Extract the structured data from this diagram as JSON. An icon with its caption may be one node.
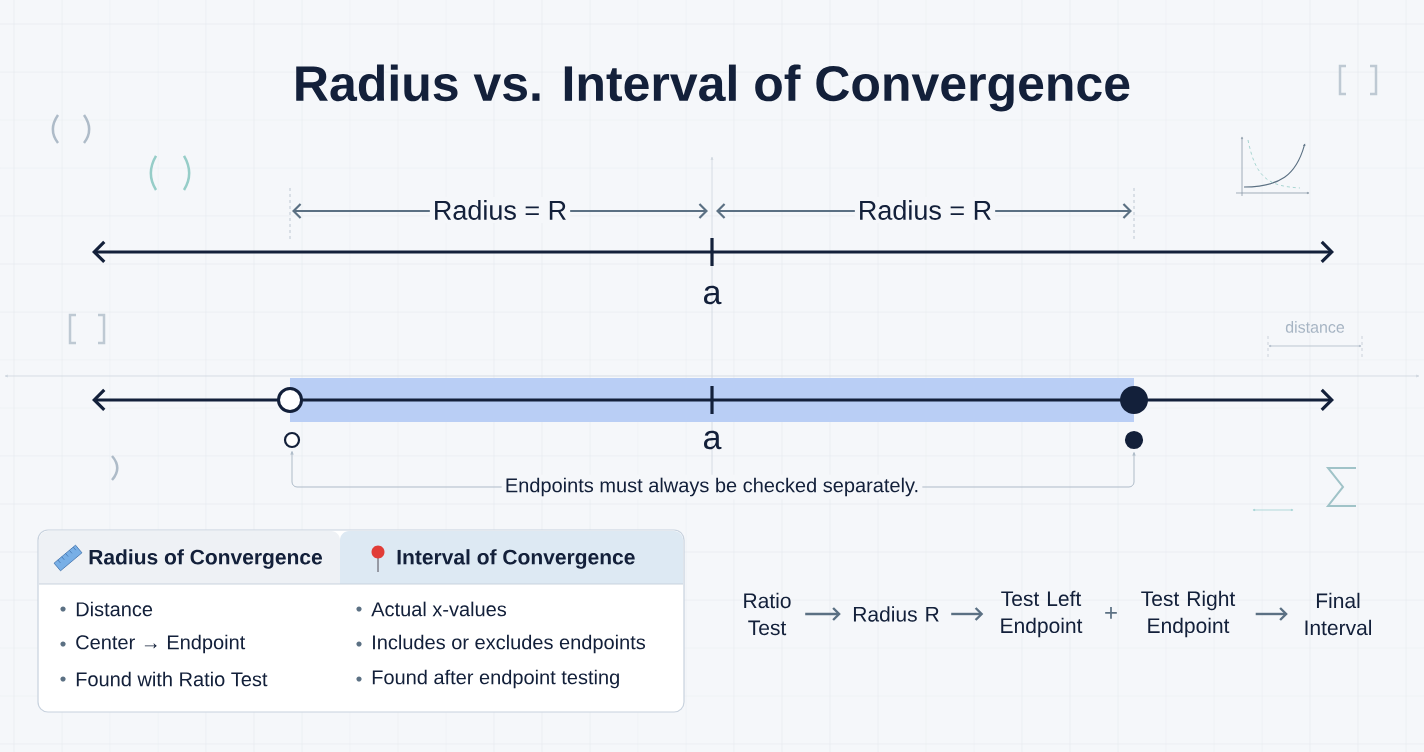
{
  "diagram": {
    "title": "Radius vs. Interval of Convergence",
    "nodes": [
      {
        "text": [],
        "shape": "circle"
      },
      {
        "text": [],
        "shape": "circle"
      },
      {
        "text": [
          "Endpoints must always be checked separately."
        ]
      },
      {
        "text": [
          "Radius of Convergence",
          "Distance",
          "Center → Endpoint",
          "Found with Ratio Test"
        ]
      },
      {
        "text": [
          "Interval of Convergence",
          "Actual x-values",
          "Includes or excludes endpoints",
          "Found after endpoint testing"
        ]
      },
      {
        "text": [
          "Ratio Test"
        ]
      },
      {
        "text": [
          "Radius R"
        ]
      },
      {
        "text": [
          "Test Left Endpoint"
        ]
      },
      {
        "text": [
          "Test Right Endpoint"
        ]
      },
      {
        "text": [
          "Final Interval"
        ]
      }
    ],
    "edges": [
      {
        "from": 2,
        "to": 0,
        "arrow": "to"
      },
      {
        "from": 2,
        "to": 1,
        "arrow": "to"
      },
      {
        "from": 5,
        "to": 6,
        "arrow": "to"
      },
      {
        "from": 6,
        "to": 7,
        "arrow": "to"
      },
      {
        "from": 8,
        "to": 9,
        "arrow": "to"
      }
    ],
    "labels": [
      "Radius = R",
      "Radius = R",
      "a",
      "a",
      "distance",
      "+"
    ]
  }
}
